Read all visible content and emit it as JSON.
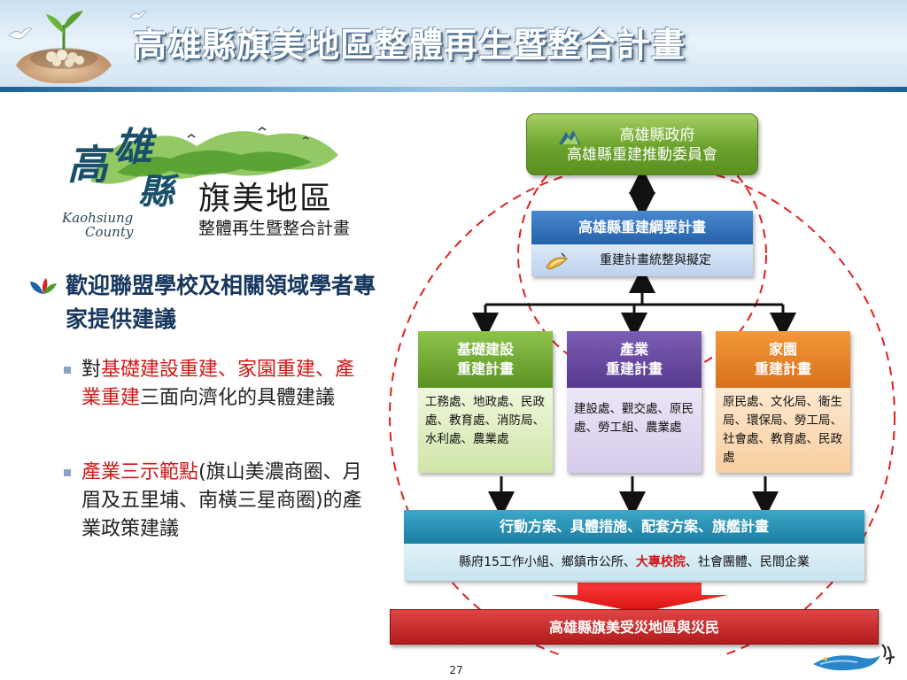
{
  "header": {
    "title": "高雄縣旗美地區整體再生暨整合計畫"
  },
  "logo": {
    "char_kao": "高",
    "char_xiong": "雄",
    "char_xian": "縣",
    "en_line1": "Kaohsiung",
    "en_line2": "County",
    "region_name": "旗美地區",
    "plan_name": "整體再生暨整合計畫"
  },
  "content": {
    "main_bullet": "歡迎聯盟學校及相關領域學者專家提供建議",
    "sub1": {
      "pre": "對",
      "hl1": "基礎建設重建",
      "sep1": "、",
      "hl2": "家園重建",
      "sep2": "、",
      "hl3": "產業重建",
      "post": "三面向濟化的具體建議"
    },
    "sub2": {
      "hl": "產業三示範點",
      "post": "(旗山美濃商圈、月眉及五里埔、南橫三星商圈)的產業政策建議"
    }
  },
  "diagram": {
    "gov_line1": "高雄縣政府",
    "gov_line2": "高雄縣重建推動委員會",
    "master_title": "高雄縣重建綱要計畫",
    "master_sub": "重建計畫統整與擬定",
    "col_infra_line1": "基礎建設",
    "col_infra_line2": "重建計畫",
    "col_infra_body": "工務處、地政處、民政處、教育處、消防局、水利處、農業處",
    "col_ind_line1": "產業",
    "col_ind_line2": "重建計畫",
    "col_ind_body": "建設處、觀交處、原民處、勞工組、農業處",
    "col_home_line1": "家園",
    "col_home_line2": "重建計畫",
    "col_home_body": "原民處、文化局、衛生局、環保局、勞工局、社會處、教育處、民政處",
    "action_title": "行動方案、具體措施、配套方案、旗艦計畫",
    "action_pre": "縣府15工作小組、鄉鎮市公所、",
    "action_hl": "大專校院",
    "action_post": "、社會團體、民間企業",
    "final": "高雄縣旗美受災地區與災民"
  },
  "footer": {
    "page_number": "27"
  },
  "colors": {
    "title_blue": "#17375e",
    "highlight_red": "#d11717",
    "dashed_circle": "#e02020",
    "gov_green": "#6aa22c",
    "master_blue": "#2463ab",
    "infra_green": "#5a9222",
    "industry_purple": "#563a8f",
    "home_orange": "#d8701a",
    "action_teal": "#1b7ea2",
    "final_red": "#b21c1c"
  }
}
